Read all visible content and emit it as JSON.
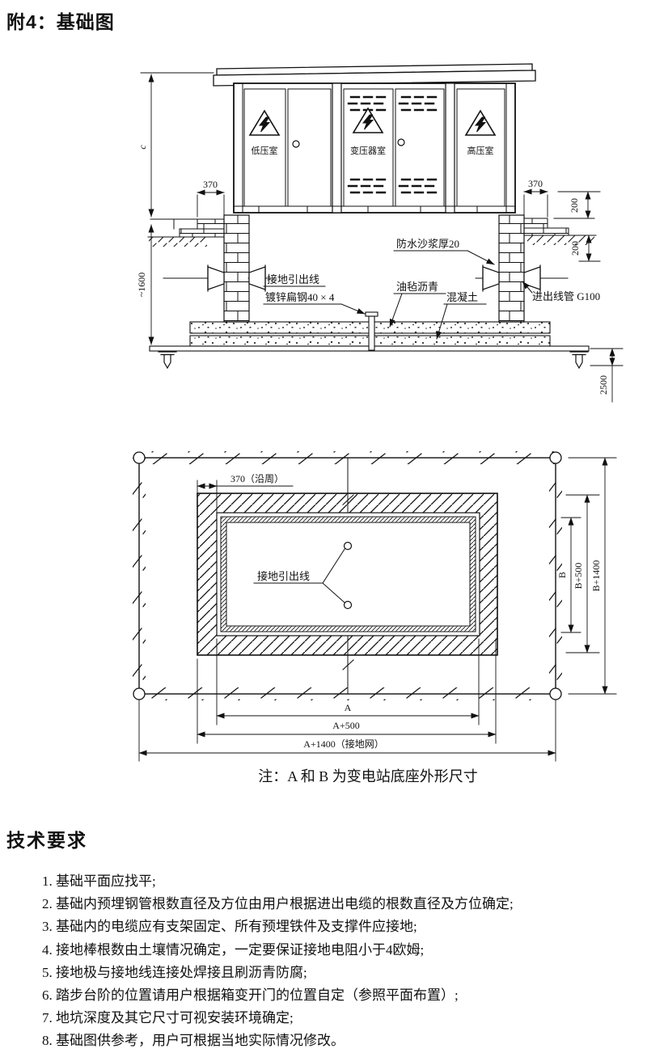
{
  "page": {
    "title": "附4：基础图"
  },
  "elevation": {
    "rooms": [
      "低压室",
      "变压器室",
      "高压室"
    ],
    "dim_370_left": "370",
    "dim_370_right": "370",
    "dim_c": "c",
    "dim_depth": "~1600",
    "dim_200_upper": "200",
    "dim_200_lower": "200",
    "dim_rod": "2500",
    "label_ground_lead_line1": "接地引出线",
    "label_ground_lead_line2": "镀锌扁钢40 × 4",
    "label_asphalt_felt": "油毡沥青",
    "label_concrete": "混凝土",
    "label_waterproof_mortar": "防水沙浆厚20",
    "label_conduit": "进出线管 G100"
  },
  "plan": {
    "dim_band": "370（沿周）",
    "label_ground_lead": "接地引出线",
    "dim_B": "B",
    "dim_B500": "B+500",
    "dim_B1400": "B+1400",
    "dim_A": "A",
    "dim_A500": "A+500",
    "dim_A1400": "A+1400（接地网）",
    "note": "注：A 和 B 为变电站底座外形尺寸"
  },
  "tech": {
    "heading": "技术要求",
    "items": [
      "1. 基础平面应找平;",
      "2. 基础内预埋钢管根数直径及方位由用户根据进出电缆的根数直径及方位确定;",
      "3. 基础内的电缆应有支架固定、所有预埋铁件及支撑件应接地;",
      "4. 接地棒根数由土壤情况确定，一定要保证接地电阻小于4欧姆;",
      "5. 接地极与接地线连接处焊接且刷沥青防腐;",
      "6. 踏步台阶的位置请用户根据箱变开门的位置自定（参照平面布置）;",
      "7. 地坑深度及其它尺寸可视安装环境确定;",
      "8. 基础图供参考，用户可根据当地实际情况修改。"
    ]
  }
}
